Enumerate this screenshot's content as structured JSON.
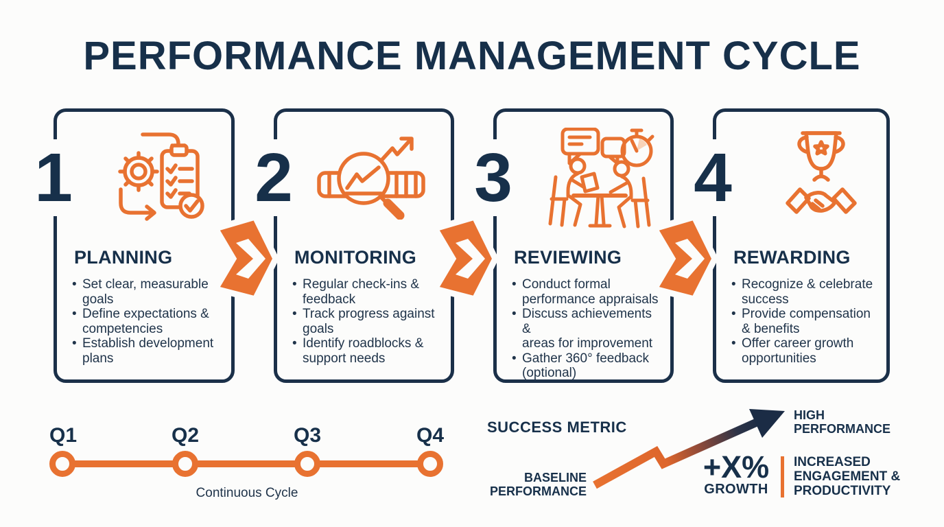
{
  "title": "PERFORMANCE MANAGEMENT CYCLE",
  "colors": {
    "navy": "#17304A",
    "orange": "#E87231",
    "background": "#FCFCFB"
  },
  "stages": [
    {
      "number": "1",
      "title": "PLANNING",
      "icon": "gear-clipboard-icon",
      "bullets": [
        "Set clear, measurable\ngoals",
        "Define expectations &\ncompetencies",
        "Establish development\nplans"
      ]
    },
    {
      "number": "2",
      "title": "MONITORING",
      "icon": "magnifier-chart-icon",
      "bullets": [
        "Regular check-ins &\nfeedback",
        "Track progress against\ngoals",
        "Identify roadblocks &\nsupport needs"
      ]
    },
    {
      "number": "3",
      "title": "REVIEWING",
      "icon": "meeting-stopwatch-icon",
      "bullets": [
        "Conduct formal\nperformance appraisals",
        "Discuss achievements &\nareas for improvement",
        "Gather 360° feedback\n(optional)"
      ]
    },
    {
      "number": "4",
      "title": "REWARDING",
      "icon": "trophy-handshake-icon",
      "bullets": [
        "Recognize & celebrate\nsuccess",
        "Provide compensation\n& benefits",
        "Offer career growth\nopportunities"
      ]
    }
  ],
  "timeline": {
    "quarters": [
      "Q1",
      "Q2",
      "Q3",
      "Q4"
    ],
    "caption": "Continuous Cycle"
  },
  "success_metric": {
    "heading": "SUCCESS METRIC",
    "start_label": "BASELINE\nPERFORMANCE",
    "end_label": "HIGH\nPERFORMANCE",
    "growth_value": "+X%",
    "growth_label": "GROWTH",
    "outcome": "INCREASED\nENGAGEMENT &\nPRODUCTIVITY"
  }
}
